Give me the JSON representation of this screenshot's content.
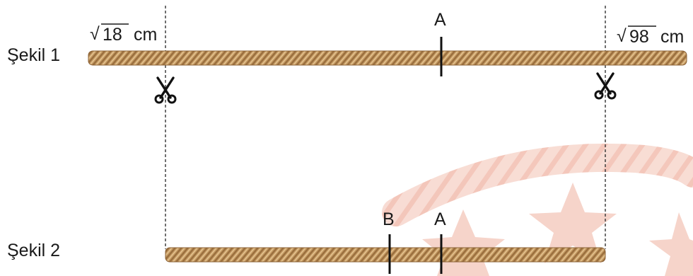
{
  "figure1": {
    "label": "Şekil 1",
    "left_length": {
      "radicand": "18",
      "unit": "cm"
    },
    "right_length": {
      "radicand": "98",
      "unit": "cm"
    },
    "point_label": "A"
  },
  "figure2": {
    "label": "Şekil 2",
    "point_b_label": "B",
    "point_a_label": "A"
  },
  "icons": {
    "left_cut": "scissors-icon",
    "right_cut": "scissors-icon",
    "watermark": "rope-star-watermark"
  },
  "colors": {
    "rope_base": "#c59a63",
    "rope_stripe": "#9a6f3e",
    "rope_highlight": "#e3c28f",
    "watermark": "#f6d2c8",
    "ink": "#1a1a1a"
  }
}
